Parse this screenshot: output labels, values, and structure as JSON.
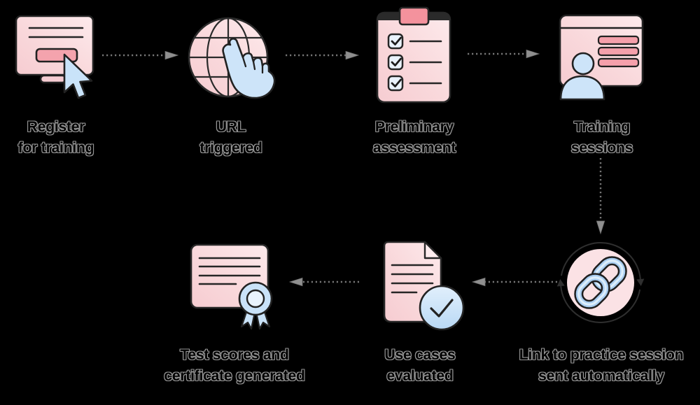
{
  "diagram": {
    "type": "flowchart",
    "background": "#000000",
    "steps": [
      {
        "id": "register-for-training",
        "icon": "monitor-click-icon",
        "lines": [
          "Register",
          "for training"
        ]
      },
      {
        "id": "url-triggered",
        "icon": "globe-tap-icon",
        "lines": [
          "URL",
          "triggered"
        ]
      },
      {
        "id": "preliminary-assessment",
        "icon": "checklist-clipboard-icon",
        "lines": [
          "Preliminary",
          "assessment"
        ]
      },
      {
        "id": "training-sessions",
        "icon": "presentation-person-icon",
        "lines": [
          "Training",
          "sessions"
        ]
      },
      {
        "id": "link-sent",
        "icon": "link-cycle-icon",
        "lines": [
          "Link to practice session",
          "sent automatically"
        ]
      },
      {
        "id": "use-cases-evaluated",
        "icon": "document-check-icon",
        "lines": [
          "Use cases",
          "evaluated"
        ]
      },
      {
        "id": "test-scores-certificate",
        "icon": "certificate-ribbon-icon",
        "lines": [
          "Test scores and",
          "certificate generated"
        ]
      }
    ],
    "arrows": [
      {
        "from": "register-for-training",
        "to": "url-triggered",
        "direction": "right",
        "style": "dotted"
      },
      {
        "from": "url-triggered",
        "to": "preliminary-assessment",
        "direction": "right",
        "style": "dotted"
      },
      {
        "from": "preliminary-assessment",
        "to": "training-sessions",
        "direction": "right",
        "style": "dotted"
      },
      {
        "from": "training-sessions",
        "to": "link-sent",
        "direction": "down",
        "style": "dotted"
      },
      {
        "from": "link-sent",
        "to": "use-cases-evaluated",
        "direction": "left",
        "style": "dotted"
      },
      {
        "from": "use-cases-evaluated",
        "to": "test-scores-certificate",
        "direction": "left",
        "style": "dotted"
      }
    ],
    "palette": {
      "pink_main": "#f8d6d9",
      "pink_light": "#fdeaec",
      "pink_accent": "#f4a0ab",
      "red_accent": "#f4929d",
      "blue_main": "#c9e3f9",
      "blue_light": "#e1effc",
      "outline": "#222222",
      "arrow_gray": "#8f8f8f",
      "label_color": "#000000",
      "label_halo": "#969696"
    }
  }
}
